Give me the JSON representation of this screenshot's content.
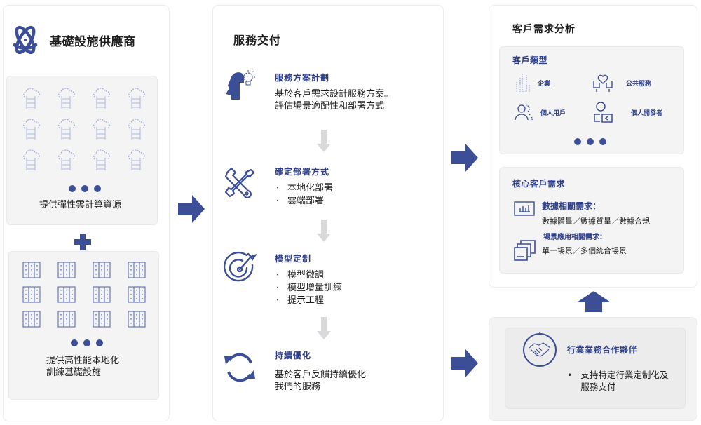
{
  "colors": {
    "accent": "#3c4f96",
    "accent_text": "#2e3f8a",
    "panel_bg": "#ffffff",
    "subpanel_bg": "#f4f4f5",
    "arrow_gray": "#d9d9db",
    "icon_light": "#9aa6d6"
  },
  "left": {
    "icon": "atom-icon",
    "title": "基礎設施供應商",
    "cloud_box": {
      "icon": "cloud-server-icon",
      "icon_count": 12,
      "caption": "提供彈性雲計算資源"
    },
    "connector": "plus-icon",
    "server_box": {
      "icon": "server-rack-icon",
      "icon_count": 12,
      "caption_line1": "提供高性能本地化",
      "caption_line2": "訓練基礎設施"
    }
  },
  "middle": {
    "title": "服務交付",
    "steps": [
      {
        "icon": "head-lightbulb-icon",
        "title": "服務方案計劃",
        "lines": [
          "基於客戶需求設計服務方案。",
          "評估場景適配性和部署方式"
        ]
      },
      {
        "icon": "wrench-screwdriver-icon",
        "title": "確定部署方式",
        "bullets": [
          "本地化部署",
          "雲端部署"
        ]
      },
      {
        "icon": "target-arrow-icon",
        "title": "模型定制",
        "bullets": [
          "模型微調",
          "模型增量訓練",
          "提示工程"
        ]
      },
      {
        "icon": "refresh-cycle-icon",
        "title": "持續優化",
        "lines": [
          "基於客戶反饋持續優化",
          "我們的服務"
        ]
      }
    ],
    "bullet_char": "·"
  },
  "right": {
    "title": "客戶需求分析",
    "customer_types": {
      "title": "客戶類型",
      "items": [
        {
          "icon": "buildings-icon",
          "label": "企業"
        },
        {
          "icon": "hands-heart-icon",
          "label": "公共服務"
        },
        {
          "icon": "users-icon",
          "label": "個人用戶"
        },
        {
          "icon": "developer-icon",
          "label": "個人開發者"
        }
      ]
    },
    "core_needs": {
      "title": "核心客戶需求",
      "items": [
        {
          "icon": "bar-chart-icon",
          "title": "數據相關需求：",
          "body": "數據體量／數據質量／數據合規"
        },
        {
          "icon": "stacked-windows-icon",
          "title": "場景應用相關需求：",
          "body": "單一場景／多個統合場景"
        }
      ]
    },
    "partner": {
      "icon": "handshake-icon",
      "title": "行業業務合作夥伴",
      "bullet": "•",
      "body_line1": "支持特定行業定制化及",
      "body_line2": "服務支付"
    }
  }
}
